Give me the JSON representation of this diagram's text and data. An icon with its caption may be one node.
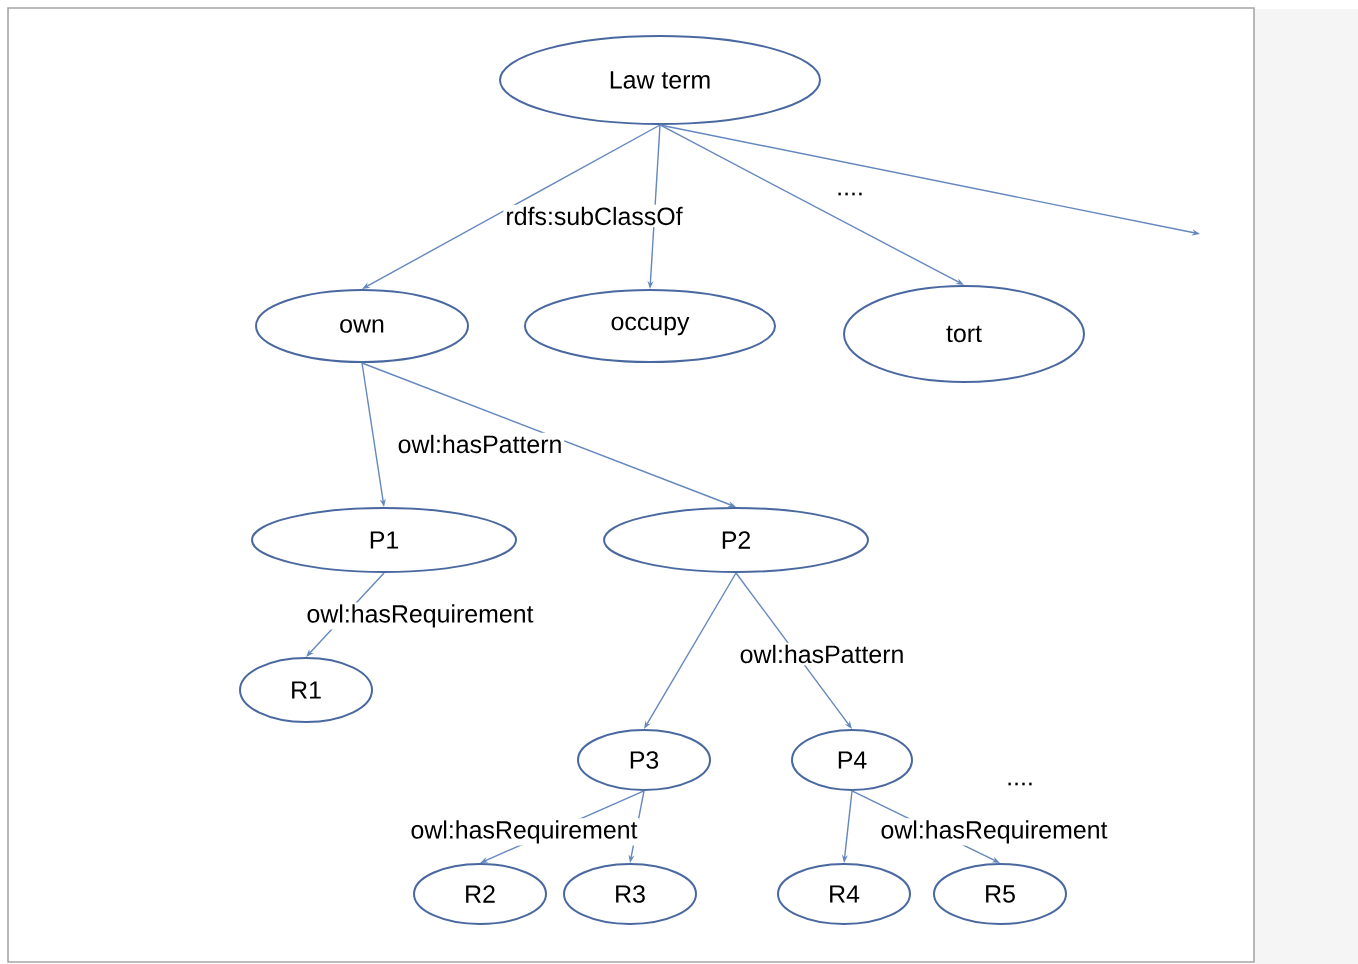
{
  "diagram": {
    "nodes": [
      {
        "text": [
          "Law term"
        ]
      },
      {
        "text": [
          "own"
        ]
      },
      {
        "text": [
          "occupy"
        ]
      },
      {
        "text": [
          "tort"
        ]
      },
      {
        "text": [
          "P1"
        ]
      },
      {
        "text": [
          "P2"
        ]
      },
      {
        "text": [
          "R1"
        ]
      },
      {
        "text": [
          "P3"
        ]
      },
      {
        "text": [
          "P4"
        ]
      },
      {
        "text": [
          "R2"
        ]
      },
      {
        "text": [
          "R3"
        ]
      },
      {
        "text": [
          "R4"
        ]
      },
      {
        "text": [
          "R5"
        ]
      }
    ],
    "edges": [
      {
        "from": 0,
        "to": 1,
        "arrow": "to",
        "label": "rdfs:subClassOf"
      },
      {
        "from": 0,
        "to": 2,
        "arrow": "to"
      },
      {
        "from": 0,
        "to": 3,
        "arrow": "to"
      },
      {
        "from": 0,
        "to": null,
        "arrow": "to"
      },
      {
        "from": 1,
        "to": 4,
        "arrow": "to",
        "label": "owl:hasPattern"
      },
      {
        "from": 1,
        "to": 5,
        "arrow": "to"
      },
      {
        "from": 4,
        "to": 6,
        "arrow": "to",
        "label": "owl:hasRequirement"
      },
      {
        "from": 5,
        "to": 7,
        "arrow": "to"
      },
      {
        "from": 5,
        "to": 8,
        "arrow": "to",
        "label": "owl:hasPattern"
      },
      {
        "from": 7,
        "to": 9,
        "arrow": "to",
        "label": "owl:hasRequirement"
      },
      {
        "from": 7,
        "to": 10,
        "arrow": "to"
      },
      {
        "from": 8,
        "to": 11,
        "arrow": "to"
      },
      {
        "from": 8,
        "to": 12,
        "arrow": "to",
        "label": "owl:hasRequirement"
      }
    ],
    "labels": [
      "....",
      "...."
    ]
  }
}
